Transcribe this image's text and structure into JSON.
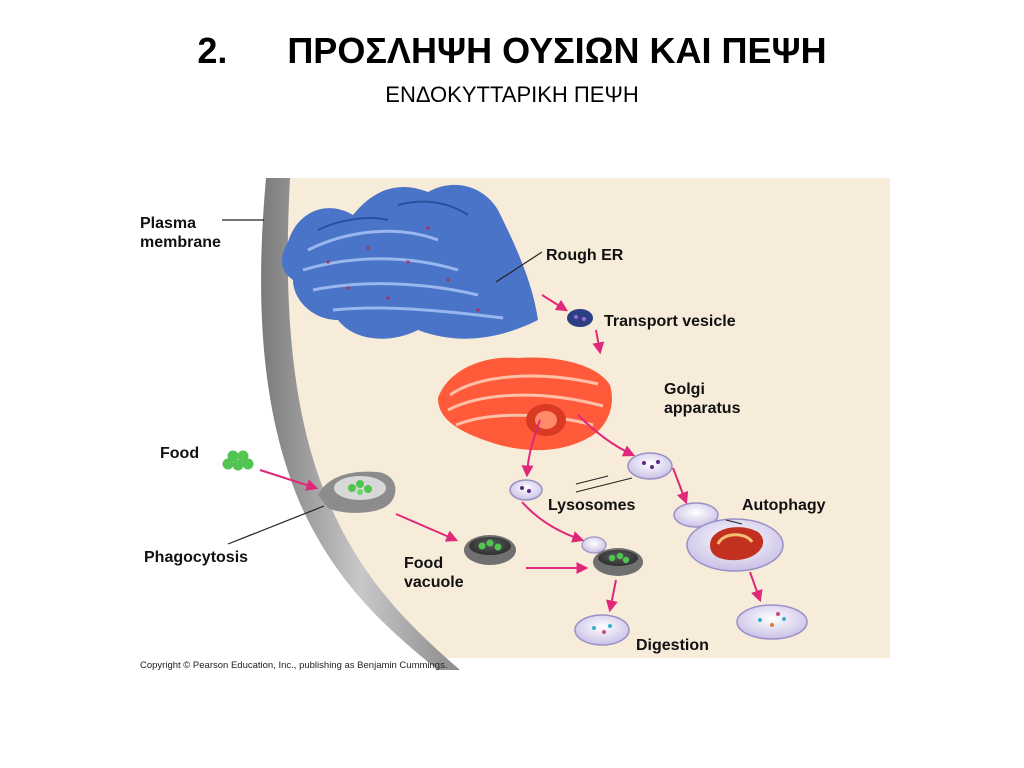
{
  "slide": {
    "number": "2.",
    "title": "ΠΡΟΣΛΗΨΗ ΟΥΣΙΩΝ ΚΑΙ ΠΕΨΗ",
    "subtitle": "ΕΝΔΟΚΥΤΤΑΡΙΚΗ  ΠΕΨΗ"
  },
  "diagram": {
    "labels": {
      "plasma_membrane": "Plasma\nmembrane",
      "rough_er": "Rough ER",
      "transport_vesicle": "Transport vesicle",
      "golgi": "Golgi\napparatus",
      "food": "Food",
      "lysosomes": "Lysosomes",
      "autophagy": "Autophagy",
      "phagocytosis": "Phagocytosis",
      "food_vacuole": "Food\nvacuole",
      "digestion": "Digestion"
    },
    "copyright": "Copyright © Pearson Education, Inc., publishing as Benjamin Cummings.",
    "colors": {
      "cytoplasm": "#f7ecd9",
      "membrane": "#9c9c9c",
      "rough_er": "#4a74c8",
      "golgi": "#ff5a3a",
      "food": "#52c452",
      "vesicle": "#d9d2ee",
      "arrow": "#e0287a"
    }
  }
}
